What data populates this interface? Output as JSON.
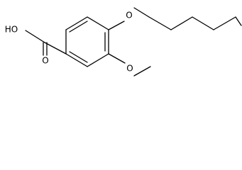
{
  "structure": {
    "atom_labels": {
      "acid_hydroxyl": "HO",
      "acid_carbonyl": "O",
      "ether_oxygen_hexyloxy": "O",
      "ether_oxygen_methoxy": "O"
    }
  },
  "colors": {
    "background": "#ffffff",
    "ink": "#000000"
  }
}
